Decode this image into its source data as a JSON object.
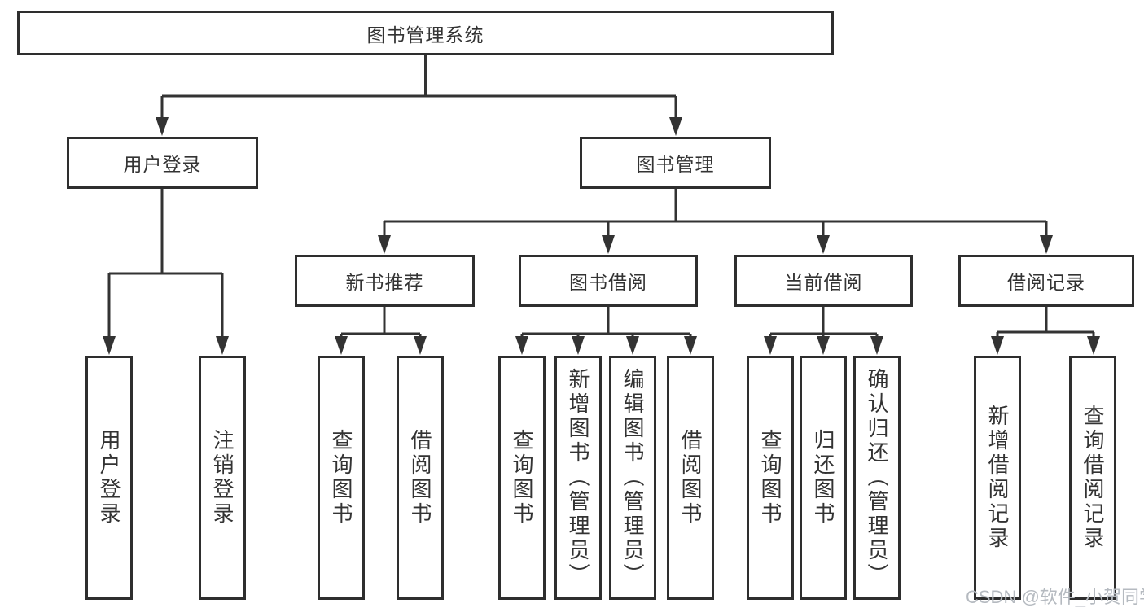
{
  "diagram": {
    "title": "图书管理系统",
    "children": [
      {
        "label": "用户登录",
        "children": [
          {
            "label": "用户登录"
          },
          {
            "label": "注销登录"
          }
        ]
      },
      {
        "label": "图书管理",
        "children": [
          {
            "label": "新书推荐",
            "children": [
              {
                "label": "查询图书"
              },
              {
                "label": "借阅图书"
              }
            ]
          },
          {
            "label": "图书借阅",
            "children": [
              {
                "label": "查询图书"
              },
              {
                "label": "新增图书（管理员）"
              },
              {
                "label": "编辑图书（管理员）"
              },
              {
                "label": "借阅图书"
              }
            ]
          },
          {
            "label": "当前借阅",
            "children": [
              {
                "label": "查询图书"
              },
              {
                "label": "归还图书"
              },
              {
                "label": "确认归还（管理员）"
              }
            ]
          },
          {
            "label": "借阅记录",
            "children": [
              {
                "label": "新增借阅记录"
              },
              {
                "label": "查询借阅记录"
              }
            ]
          }
        ]
      }
    ]
  },
  "colors": {
    "line": "#333333",
    "border": "#2e2e2e",
    "text": "#333333",
    "watermark": "#b5bac0"
  },
  "watermark": {
    "text": "CSDN @软件_小贺同学"
  }
}
